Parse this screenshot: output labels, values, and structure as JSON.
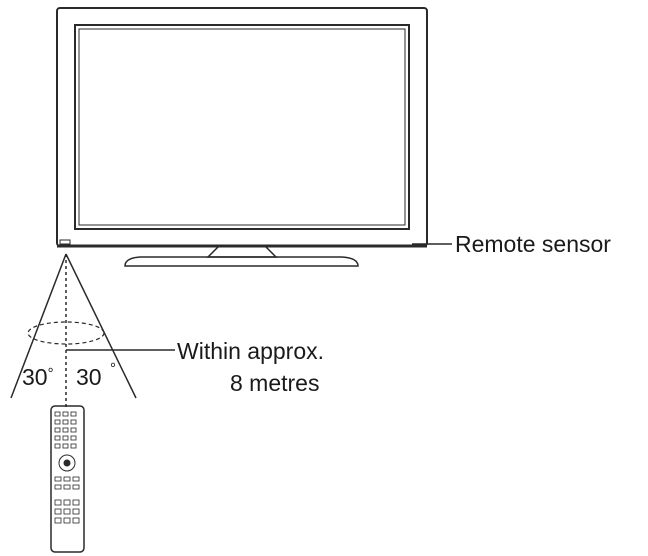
{
  "labels": {
    "remote_sensor": "Remote sensor",
    "range_line1": "Within approx.",
    "range_line2": "8 metres",
    "angle_left": "30",
    "angle_right": "30",
    "degree_symbol": "°"
  },
  "colors": {
    "stroke": "#2a2a2a",
    "text": "#1a1a1a",
    "background": "#ffffff"
  },
  "icons": [
    "tv-icon",
    "remote-control-icon"
  ]
}
